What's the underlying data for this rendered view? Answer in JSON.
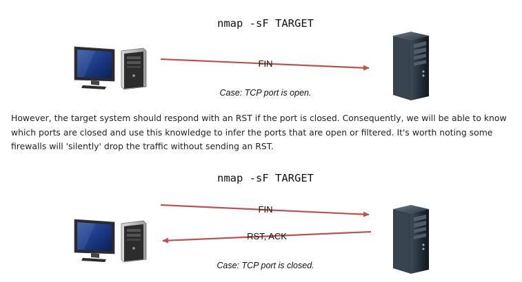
{
  "diagram1": {
    "command": "nmap -sF TARGET",
    "arrows": [
      {
        "label": "FIN"
      }
    ],
    "caption": "Case: TCP port is open."
  },
  "paragraph": "However, the target system should respond with an RST if the port is closed. Consequently, we will be able to know which ports are closed and use this knowledge to infer the ports that are open or filtered. It's worth noting some firewalls will 'silently' drop the traffic without sending an RST.",
  "diagram2": {
    "command": "nmap -sF TARGET",
    "arrows": [
      {
        "label": "FIN"
      },
      {
        "label": "RST, ACK"
      }
    ],
    "caption": "Case: TCP port is closed."
  },
  "colors": {
    "arrow": "#c0504d",
    "server": "#1f2a33"
  }
}
